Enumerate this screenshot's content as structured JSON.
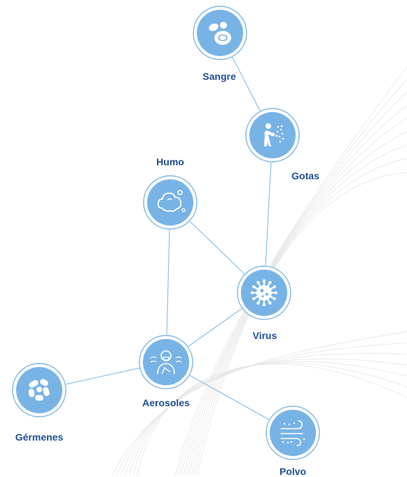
{
  "colors": {
    "edge": "#8ec0ea",
    "node_fill": "#78b3e6",
    "node_ring": "#7db6e6",
    "icon": "#ffffff",
    "label": "#1f4f96",
    "background_lines": "#e6e6e6"
  },
  "nodes": [
    {
      "id": "sangre",
      "label": "Sangre",
      "icon": "blood-cells-icon"
    },
    {
      "id": "gotas",
      "label": "Gotas",
      "icon": "sneezing-person-icon"
    },
    {
      "id": "humo",
      "label": "Humo",
      "icon": "smoke-cloud-icon"
    },
    {
      "id": "virus",
      "label": "Virus",
      "icon": "virus-icon"
    },
    {
      "id": "aerosoles",
      "label": "Aerosoles",
      "icon": "aerosol-person-icon"
    },
    {
      "id": "germenes",
      "label": "Gérmenes",
      "icon": "bacteria-icon"
    },
    {
      "id": "polvo",
      "label": "Polvo",
      "icon": "dust-wind-icon"
    }
  ],
  "edges": [
    [
      "sangre",
      "gotas"
    ],
    [
      "gotas",
      "virus"
    ],
    [
      "humo",
      "virus"
    ],
    [
      "humo",
      "aerosoles"
    ],
    [
      "virus",
      "aerosoles"
    ],
    [
      "aerosoles",
      "germenes"
    ],
    [
      "aerosoles",
      "polvo"
    ]
  ]
}
